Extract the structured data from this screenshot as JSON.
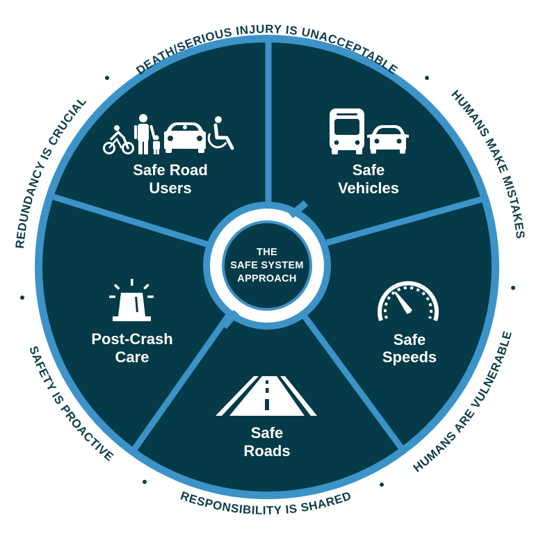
{
  "colors": {
    "dark": "#053a48",
    "blue": "#3b93c8",
    "white": "#ffffff",
    "text": "#0d3c4a"
  },
  "center": {
    "line1": "THE",
    "line2": "SAFE SYSTEM",
    "line3": "APPROACH"
  },
  "segments": [
    {
      "id": "safe-road-users",
      "line1": "Safe Road",
      "line2": "Users",
      "icon": "road-users-icon"
    },
    {
      "id": "safe-vehicles",
      "line1": "Safe",
      "line2": "Vehicles",
      "icon": "vehicles-icon"
    },
    {
      "id": "safe-speeds",
      "line1": "Safe",
      "line2": "Speeds",
      "icon": "speedometer-icon"
    },
    {
      "id": "safe-roads",
      "line1": "Safe",
      "line2": "Roads",
      "icon": "road-icon"
    },
    {
      "id": "post-crash-care",
      "line1": "Post-Crash",
      "line2": "Care",
      "icon": "emergency-light-icon"
    }
  ],
  "principles": [
    "DEATH/SERIOUS INJURY IS UNACCEPTABLE",
    "HUMANS MAKE MISTAKES",
    "HUMANS ARE VULNERABLE",
    "RESPONSIBILITY IS SHARED",
    "SAFETY IS PROACTIVE",
    "REDUNDANCY IS CRUCIAL"
  ]
}
